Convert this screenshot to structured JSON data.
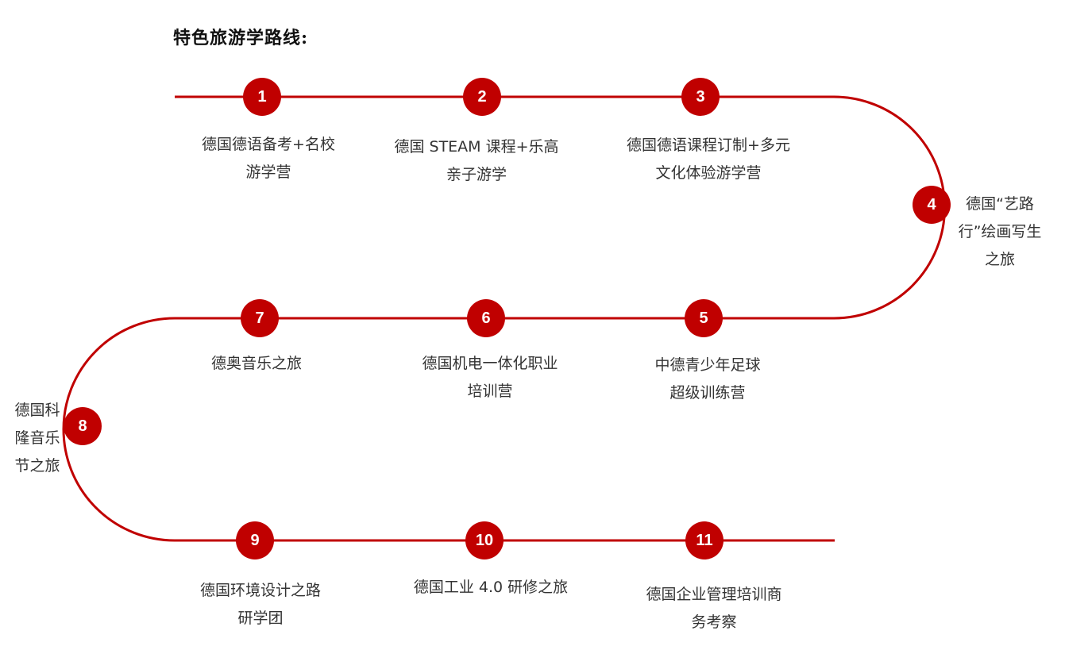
{
  "title": "特色旅游学路线:",
  "colors": {
    "route": "#c00000",
    "node": "#c00000",
    "node_text": "#ffffff",
    "label": "#333333"
  },
  "stops": [
    {
      "number": "1",
      "label": "德国德语备考+名校\n游学营"
    },
    {
      "number": "2",
      "label": "德国 STEAM 课程+乐高\n亲子游学"
    },
    {
      "number": "3",
      "label": "德国德语课程订制+多元\n文化体验游学营"
    },
    {
      "number": "4",
      "label": "德国“艺路\n行”绘画写生\n之旅"
    },
    {
      "number": "5",
      "label": "中德青少年足球\n超级训练营"
    },
    {
      "number": "6",
      "label": "德国机电一体化职业\n培训营"
    },
    {
      "number": "7",
      "label": "德奥音乐之旅"
    },
    {
      "number": "8",
      "label": "德国科\n隆音乐\n节之旅"
    },
    {
      "number": "9",
      "label": "德国环境设计之路\n研学团"
    },
    {
      "number": "10",
      "label": "德国工业 4.0 研修之旅"
    },
    {
      "number": "11",
      "label": "德国企业管理培训商\n务考察"
    }
  ]
}
